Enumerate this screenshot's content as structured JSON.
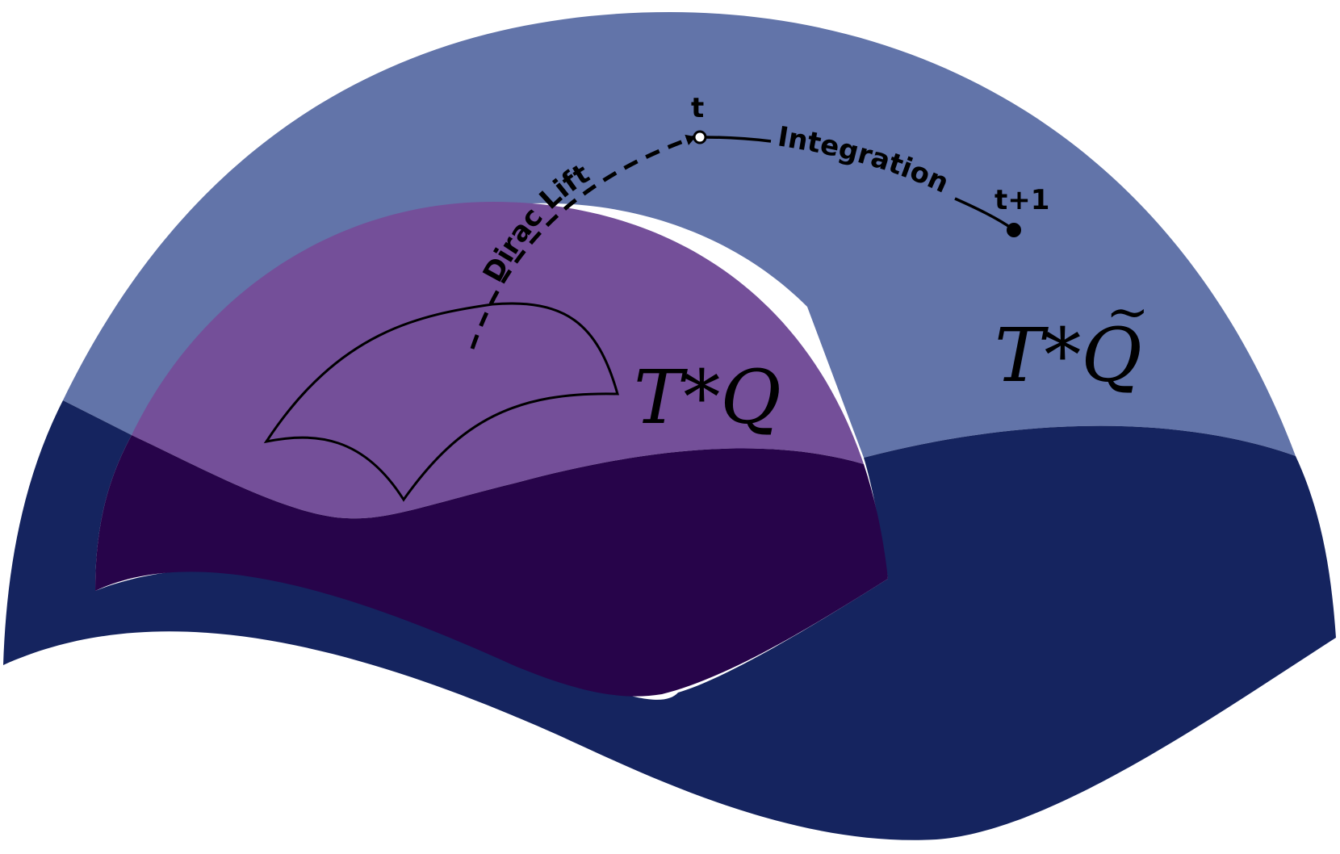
{
  "labels": {
    "dirac_lift": "Dirac Lift",
    "integration": "Integration",
    "time_t": "t",
    "time_t_plus_1": "t+1",
    "inner_space": "T*Q",
    "outer_space_base": "T*Q",
    "outer_space_accent": "~"
  },
  "colors": {
    "outer_region_light": "#6274a9",
    "outer_region_dark": "#15245f",
    "inner_region_light": "#744f99",
    "inner_region_dark": "#27044a",
    "stroke": "#000000",
    "background": "#ffffff"
  }
}
